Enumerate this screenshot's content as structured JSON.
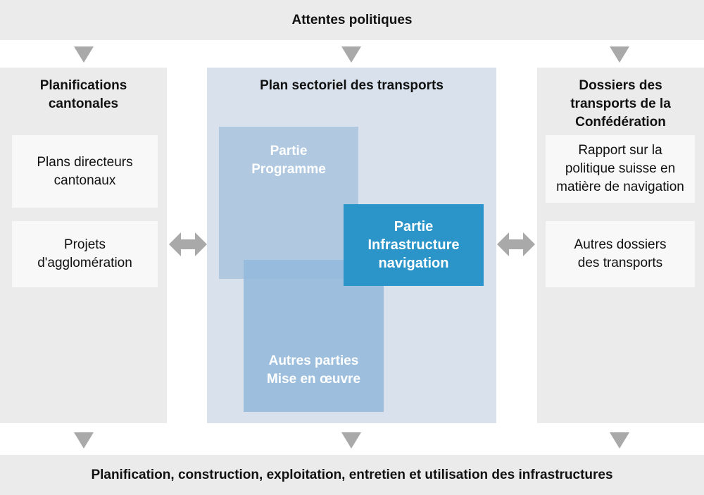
{
  "top_band": {
    "label": "Attentes politiques"
  },
  "bottom_band": {
    "label": "Planification, construction, exploitation, entretien et utilisation des infrastructures"
  },
  "left_column": {
    "title": "Planifications\ncantonales",
    "cards": [
      "Plans directeurs\ncantonaux",
      "Projets\nd'agglomération"
    ]
  },
  "center_column": {
    "title": "Plan sectoriel des transports",
    "programme": "Partie\nProgramme",
    "infrastructure": "Partie\nInfrastructure\nnavigation",
    "other_parts": "Autres parties\nMise en œuvre"
  },
  "right_column": {
    "title": "Dossiers des\ntransports de la\nConfédération",
    "cards": [
      "Rapport sur la\npolitique suisse en\nmatière de navigation",
      "Autres dossiers\ndes transports"
    ]
  },
  "colors": {
    "band_gray": "#ebebeb",
    "center_panel": "#d9e2ec",
    "programme_block": "#b0c9e0",
    "other_parts_block": "#9dbedd",
    "infrastructure_block": "#2b95c9",
    "arrow_gray": "#a9a9a9"
  }
}
